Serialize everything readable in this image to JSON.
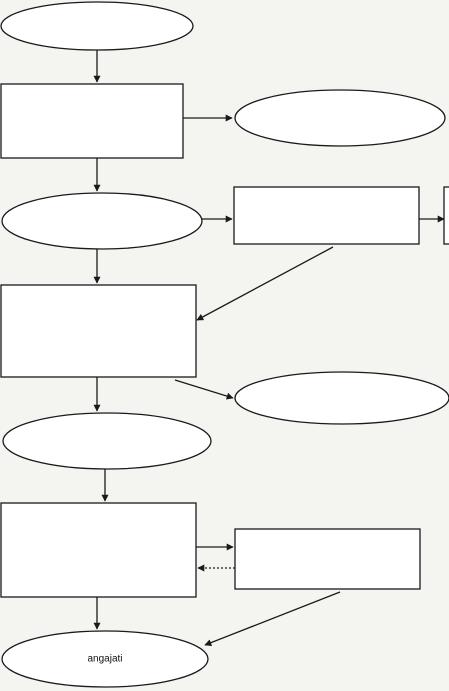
{
  "nodes": [
    {
      "id": "e1",
      "shape": "ellipse",
      "label": ""
    },
    {
      "id": "r1",
      "shape": "rect",
      "label": ""
    },
    {
      "id": "e2",
      "shape": "ellipse",
      "label": ""
    },
    {
      "id": "e3",
      "shape": "ellipse",
      "label": ""
    },
    {
      "id": "r2",
      "shape": "rect",
      "label": ""
    },
    {
      "id": "r3",
      "shape": "rect",
      "label": ""
    },
    {
      "id": "r4",
      "shape": "rect",
      "label": ""
    },
    {
      "id": "e4",
      "shape": "ellipse",
      "label": ""
    },
    {
      "id": "e5",
      "shape": "ellipse",
      "label": ""
    },
    {
      "id": "r5",
      "shape": "rect",
      "label": ""
    },
    {
      "id": "r6",
      "shape": "rect",
      "label": ""
    },
    {
      "id": "e6",
      "shape": "ellipse",
      "label": "angajati"
    }
  ],
  "edges": [
    {
      "from": "e1",
      "to": "r1",
      "style": "solid"
    },
    {
      "from": "r1",
      "to": "e2",
      "style": "solid"
    },
    {
      "from": "r1",
      "to": "e3",
      "style": "solid"
    },
    {
      "from": "e3",
      "to": "r2",
      "style": "solid"
    },
    {
      "from": "r2",
      "to": "r3",
      "style": "solid"
    },
    {
      "from": "r2",
      "to": "r4",
      "style": "solid"
    },
    {
      "from": "e3",
      "to": "r4",
      "style": "solid"
    },
    {
      "from": "r4",
      "to": "e4",
      "style": "solid"
    },
    {
      "from": "r4",
      "to": "e5",
      "style": "solid"
    },
    {
      "from": "e5",
      "to": "r5",
      "style": "solid"
    },
    {
      "from": "r5",
      "to": "r6",
      "style": "solid"
    },
    {
      "from": "r6",
      "to": "r5",
      "style": "dashed"
    },
    {
      "from": "r5",
      "to": "e6",
      "style": "solid"
    },
    {
      "from": "r6",
      "to": "e6",
      "style": "solid"
    }
  ]
}
